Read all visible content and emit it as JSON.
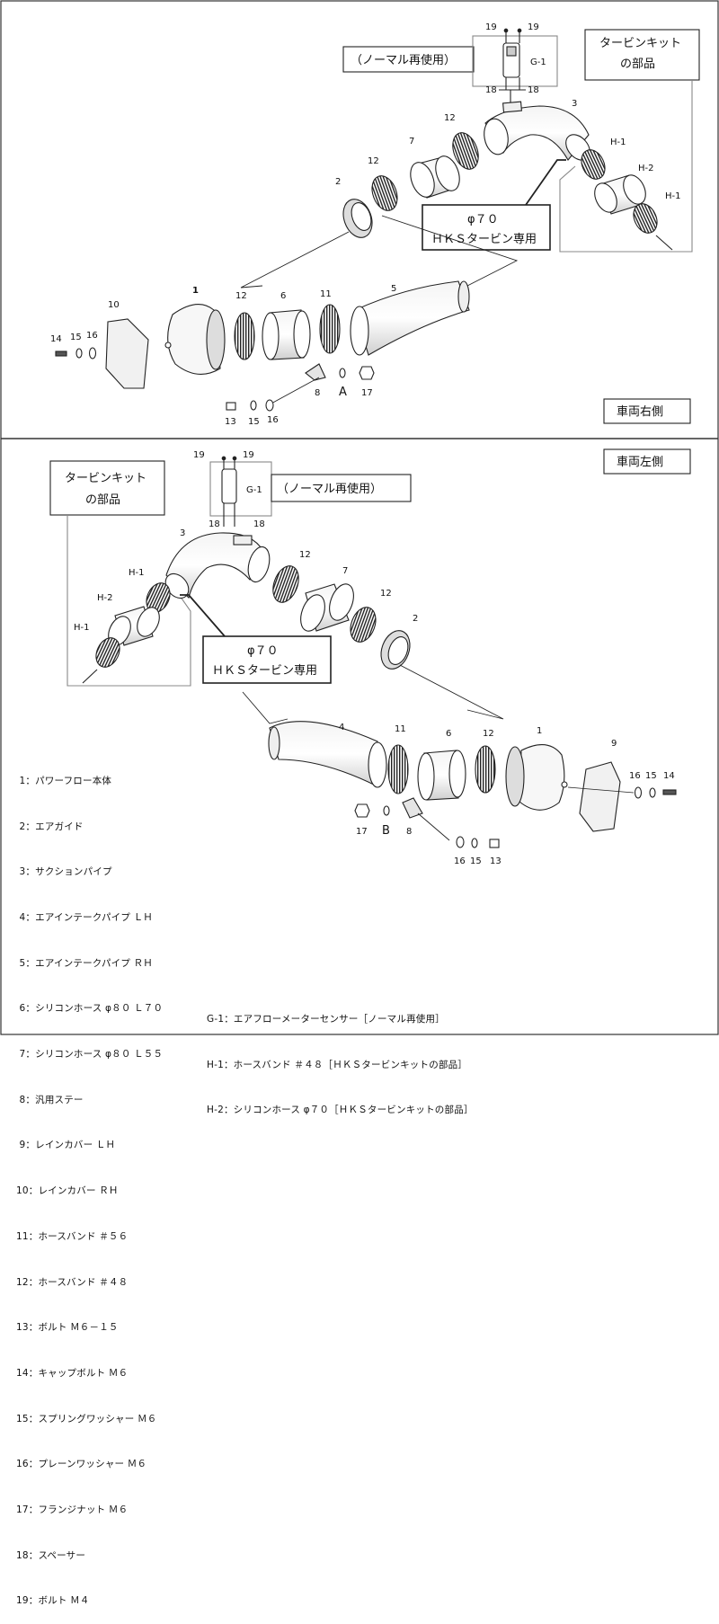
{
  "top": {
    "side_label": "車両右側",
    "normal_reuse": "（ノーマル再使用）",
    "turbine_kit_line1": "タービンキット",
    "turbine_kit_line2": "の部品",
    "callout_line1": "φ７０",
    "callout_line2": "ＨＫＳタービン専用",
    "g1": "G-1",
    "h1": "H-1",
    "h2": "H-2",
    "a_label": "A",
    "parts": {
      "p19a": "19",
      "p19b": "19",
      "p18a": "18",
      "p18b": "18",
      "p3": "3",
      "p12a": "12",
      "p7": "7",
      "p12b": "12",
      "p2": "2",
      "p10": "10",
      "p1": "1",
      "p12c": "12",
      "p6": "6",
      "p11": "11",
      "p5": "5",
      "p14": "14",
      "p15a": "15",
      "p16a": "16",
      "p8": "8",
      "p17": "17",
      "p13": "13",
      "p15b": "15",
      "p16b": "16"
    }
  },
  "bottom": {
    "side_label": "車両左側",
    "normal_reuse": "（ノーマル再使用）",
    "turbine_kit_line1": "タービンキット",
    "turbine_kit_line2": "の部品",
    "callout_line1": "φ７０",
    "callout_line2": "ＨＫＳタービン専用",
    "g1": "G-1",
    "h1": "H-1",
    "h2": "H-2",
    "b_label": "B",
    "parts": {
      "p19a": "19",
      "p19b": "19",
      "p18a": "18",
      "p18b": "18",
      "p3": "3",
      "p12a": "12",
      "p7": "7",
      "p12b": "12",
      "p2": "2",
      "p4": "4",
      "p11": "11",
      "p6": "6",
      "p12c": "12",
      "p1": "1",
      "p9": "9",
      "p16a": "16",
      "p15a": "15",
      "p14": "14",
      "p17": "17",
      "p8": "8",
      "p16b": "16",
      "p15b": "15",
      "p13": "13"
    }
  },
  "legend": [
    " 1：パワーフロー本体",
    " 2：エアガイド",
    " 3：サクションパイプ",
    " 4：エアインテークパイプ ＬＨ",
    " 5：エアインテークパイプ ＲＨ",
    " 6：シリコンホース φ８０ Ｌ７０",
    " 7：シリコンホース φ８０ Ｌ５５",
    " 8：汎用ステー",
    " 9：レインカバー ＬＨ",
    "10：レインカバー ＲＨ",
    "11：ホースバンド ＃５６",
    "12：ホースバンド ＃４８",
    "13：ボルト Ｍ６－１５",
    "14：キャップボルト Ｍ６",
    "15：スプリングワッシャー Ｍ６",
    "16：プレーンワッシャー Ｍ６",
    "17：フランジナット Ｍ６",
    "18：スペーサー",
    "19：ボルト Ｍ４"
  ],
  "legend_extra": [
    "G-1：エアフローメーターセンサー［ノーマル再使用］",
    "H-1：ホースバンド ＃４８［ＨＫＳタービンキットの部品］",
    "H-2：シリコンホース φ７０［ＨＫＳタービンキットの部品］"
  ]
}
